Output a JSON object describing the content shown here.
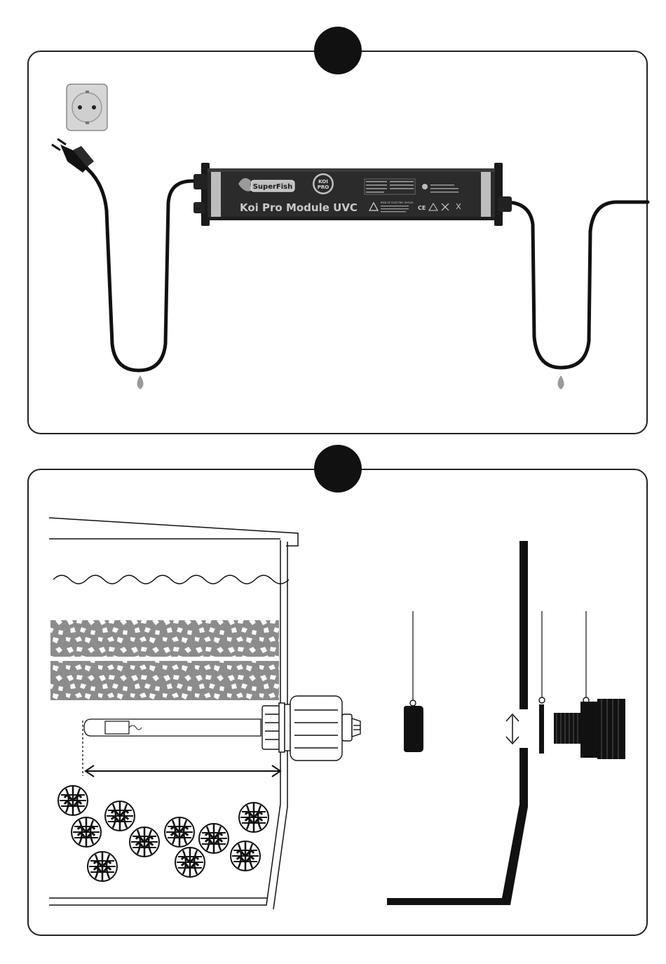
{
  "unit": {
    "brand_label": "SuperFish",
    "koi_badge_line1": "KOI",
    "koi_badge_line2": "PRO",
    "product_name": "Koi Pro Module UVC",
    "warning_title": "RISK OF ELECTRIC SHOCK",
    "certification_marks": "CE"
  },
  "colors": {
    "line": "#1a1a1a",
    "panel_border": "#222222",
    "unit_body": "#2b2b2b",
    "unit_text": "#d9d9d9",
    "socket_fill": "#d6d6d6",
    "gravel": "#8a8a8a",
    "step_marker": "#111111"
  }
}
